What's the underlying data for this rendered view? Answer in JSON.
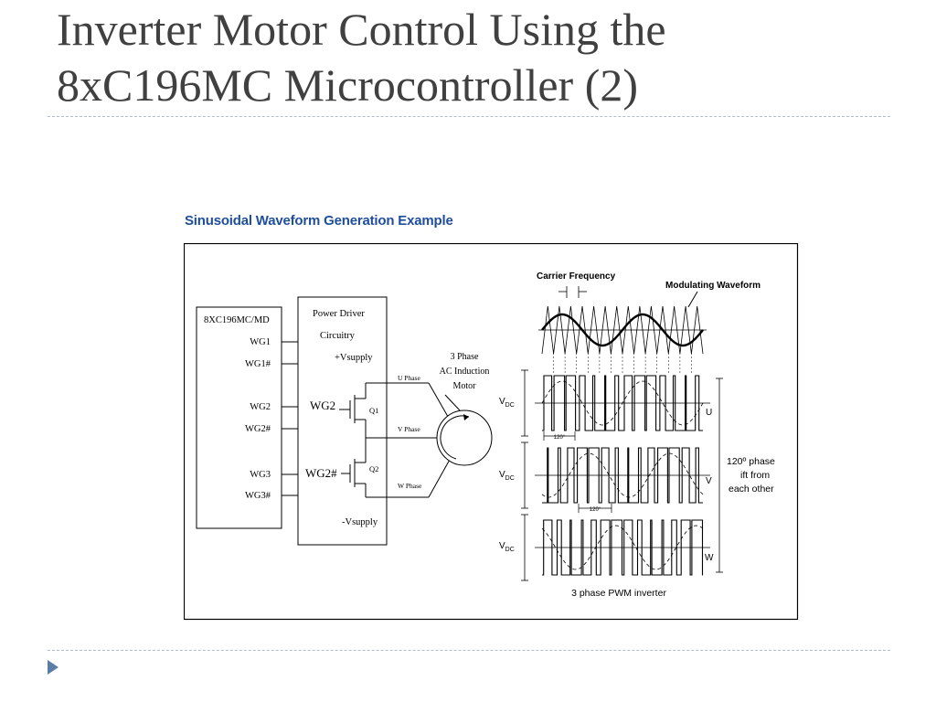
{
  "slide": {
    "title_line1": "Inverter Motor Control Using the",
    "title_line2": "8xC196MC Microcontroller (2)"
  },
  "figure": {
    "caption": "Sinusoidal Waveform Generation Example",
    "mcu": {
      "label": "8XC196MC/MD",
      "pins": [
        "WG1",
        "WG1#",
        "WG2",
        "WG2#",
        "WG3",
        "WG3#"
      ]
    },
    "driver": {
      "title_line1": "Power Driver",
      "title_line2": "Circuitry",
      "vplus": "+Vsupply",
      "vminus": "-Vsupply",
      "gate_top": "WG2",
      "gate_bottom": "WG2#",
      "q_top": "Q1",
      "q_bottom": "Q2"
    },
    "motor": {
      "line1": "3 Phase",
      "line2": "AC Induction",
      "line3": "Motor",
      "u_label": "U Phase",
      "v_label": "V Phase",
      "w_label": "W Phase"
    },
    "waveforms": {
      "carrier_label": "Carrier Frequency",
      "modulating_label": "Modulating Waveform",
      "vdc_main": "V",
      "vdc_sub": "DC",
      "phase_u": "U",
      "phase_v": "V",
      "phase_w": "W",
      "shift_label_1": "120°",
      "shift_label_2": "120°",
      "note_line1": "120º phase",
      "note_line2": "ift from",
      "note_line3": "each other",
      "bottom_caption": "3 phase PWM inverter"
    }
  }
}
